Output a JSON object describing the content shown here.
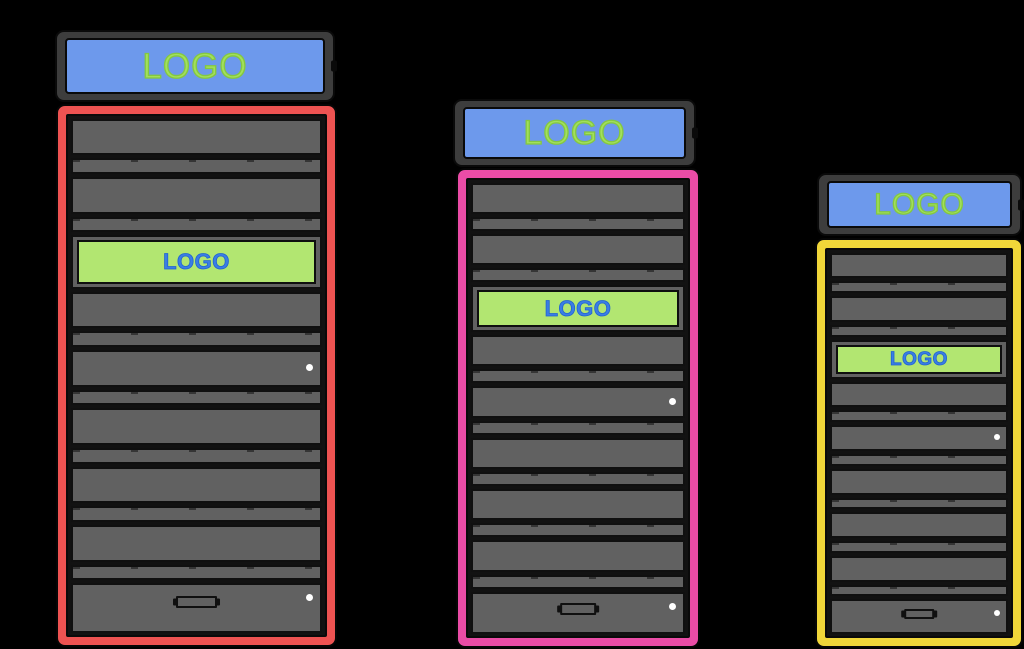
{
  "scene": {
    "background": "#000000"
  },
  "shared_colors": {
    "header_panel_blue": "#6d99ec",
    "header_logo_green": "#a2e05c",
    "logo_panel_green": "#b2e671",
    "logo_text_blue": "#3b7de4",
    "slat_gray": "#616161",
    "frame_gray": "#3d3d3d",
    "indicator_dot": "#ffffff"
  },
  "row_sequence": [
    "slat",
    "sep",
    "slat",
    "sep",
    "logo",
    "slat",
    "sep",
    "slat-dot",
    "sep",
    "slat",
    "sep",
    "slat",
    "sep",
    "slat",
    "sep",
    "drawer"
  ],
  "towers": [
    {
      "id": "tower-red",
      "accent": "#ee5352",
      "header_logo": "LOGO",
      "panel_logo": "LOGO"
    },
    {
      "id": "tower-pink",
      "accent": "#ea4ca6",
      "header_logo": "LOGO",
      "panel_logo": "LOGO"
    },
    {
      "id": "tower-yellow",
      "accent": "#f0d639",
      "header_logo": "LOGO",
      "panel_logo": "LOGO"
    }
  ]
}
